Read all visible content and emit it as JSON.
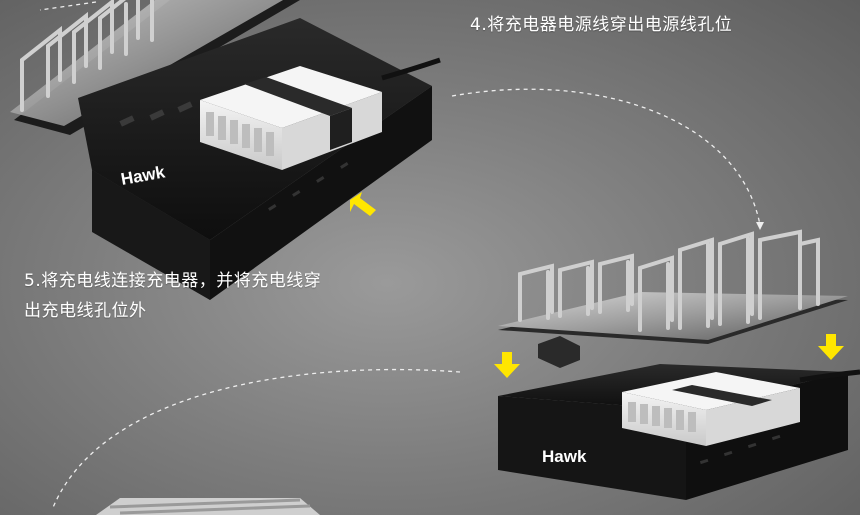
{
  "steps": [
    {
      "text": "4.将充电器电源线穿出电源线孔位"
    },
    {
      "text": "5.将充电线连接充电器，并将充电线穿",
      "text_line2": "出充电线孔位外"
    }
  ],
  "brand": {
    "logo_text": "Hawk"
  },
  "colors": {
    "background": "#7e7e7e",
    "arrow_yellow": "#ffe600",
    "base_black": "#1b1b1b",
    "charger_white": "#e8e8e8",
    "rack_steel": "#c8c8c8",
    "dashed_path": "#eeeeee"
  }
}
